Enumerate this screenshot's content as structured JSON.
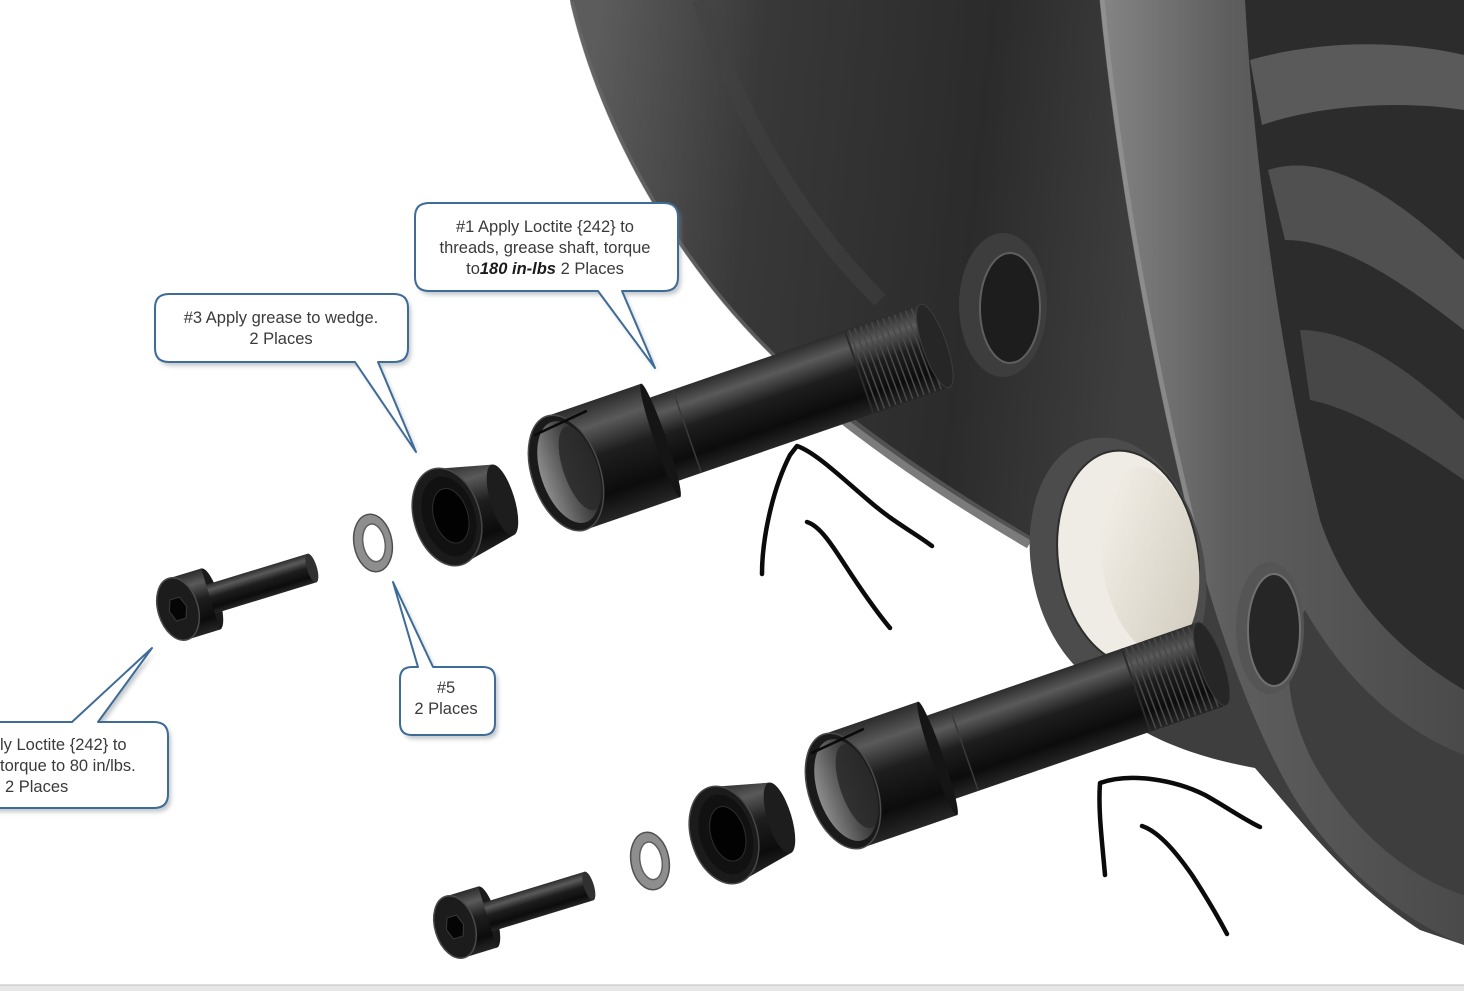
{
  "callouts": {
    "step1": {
      "line1": "#1 Apply Loctite {242} to",
      "line2": "threads, grease shaft, torque",
      "line3_prefix": "to",
      "line3_torque": "180 in-lbs",
      "line3_suffix": " 2 Places"
    },
    "step3": {
      "line1": "#3 Apply grease to wedge.",
      "line2": "2 Places"
    },
    "step5": {
      "line1": "#5",
      "line2": "2 Places"
    },
    "bolt": {
      "line1": "ly Loctite {242} to",
      "line2": "torque to 80 in/lbs.",
      "line3": "2 Places"
    }
  },
  "colors": {
    "callout_border": "#3e6b98",
    "callout_text": "#3a3a3a",
    "annotation_ink": "#0b0b0b",
    "bore_sleeve": "#efece5"
  }
}
